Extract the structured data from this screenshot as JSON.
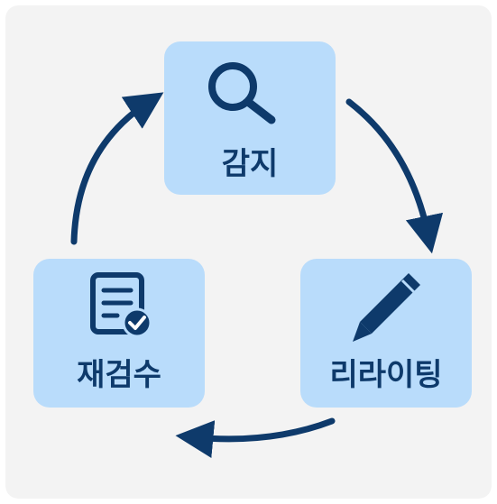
{
  "colors": {
    "background": "#f3f3f3",
    "node_fill": "#b9dcfb",
    "ink": "#0e3a6b"
  },
  "nodes": [
    {
      "label": "감지",
      "icon": "search-icon"
    },
    {
      "label": "리라이팅",
      "icon": "pencil-icon"
    },
    {
      "label": "재검수",
      "icon": "document-check-icon"
    }
  ]
}
